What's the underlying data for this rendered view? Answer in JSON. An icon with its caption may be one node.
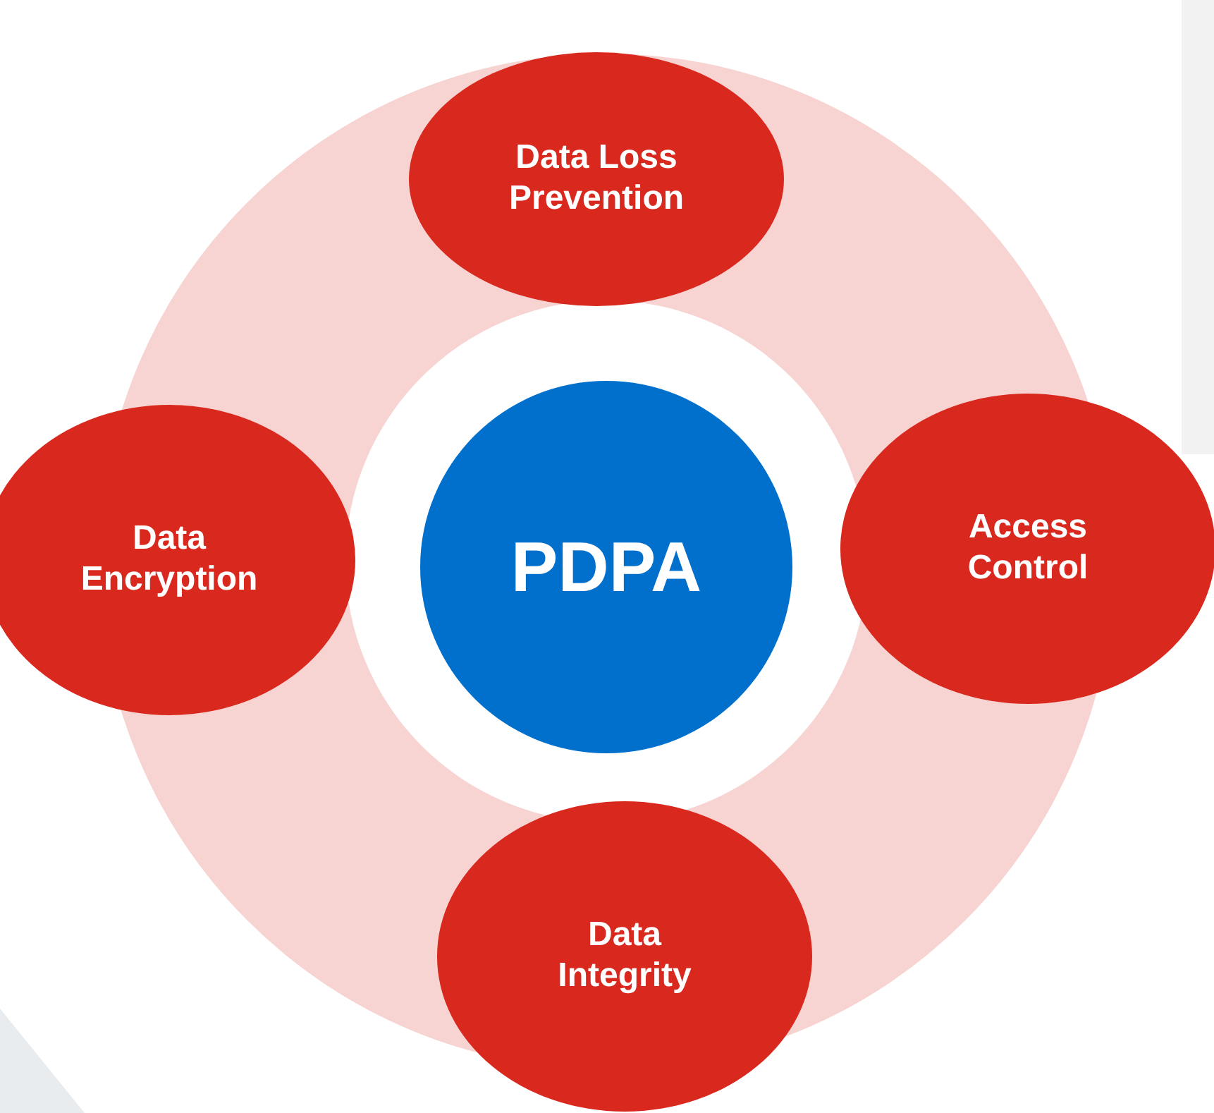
{
  "diagram": {
    "nodes": [
      {
        "text": [
          "Data Loss Prevention"
        ]
      },
      {
        "text": [
          "Data Encryption"
        ]
      },
      {
        "text": [
          "PDPA"
        ]
      },
      {
        "text": [
          "Access Control"
        ]
      },
      {
        "text": [
          "Data Integrity"
        ]
      }
    ]
  }
}
